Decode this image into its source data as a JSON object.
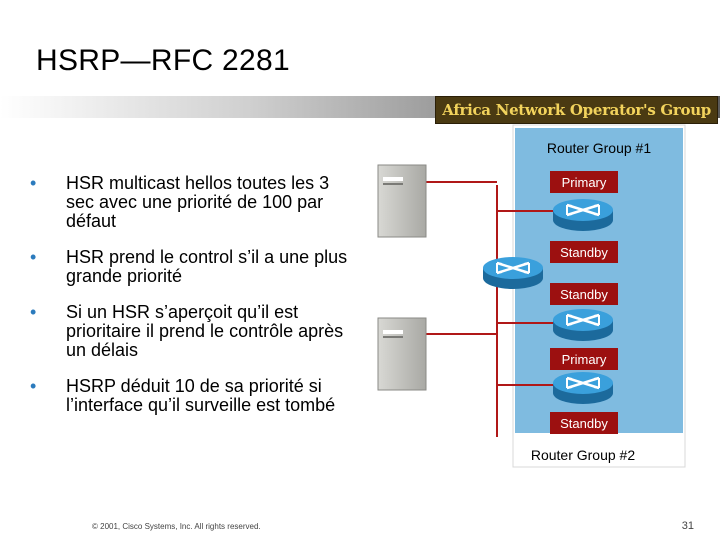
{
  "slide": {
    "title": "HSRP—RFC 2281",
    "logo_text": "Africa Network Operator's Group",
    "bullets": [
      "HSR multicast hellos toutes les  3 sec avec une priorité de 100 par défaut",
      "HSR prend le control s’il a une plus grande priorité",
      "Si un HSR s’aperçoit qu’il est prioritaire il prend le contrôle après un délais",
      "HSRP déduit  10 de sa priorité si l’interface qu’il surveille est tombé"
    ],
    "bullet_glyph": "•",
    "footer": "© 2001, Cisco Systems, Inc. All rights reserved.",
    "page_number": "31"
  },
  "diagram": {
    "group1_label": "Router Group #1",
    "group2_label": "Router Group #2",
    "tags": {
      "primary1": "Primary",
      "standby_mid": "Standby",
      "standby_lower": "Standby",
      "primary2": "Primary",
      "standby_bottom": "Standby"
    },
    "colors": {
      "panel": "#7fbbe0",
      "line": "#b01818",
      "tag": "#9c1010",
      "router": "#2a8bc7"
    }
  }
}
